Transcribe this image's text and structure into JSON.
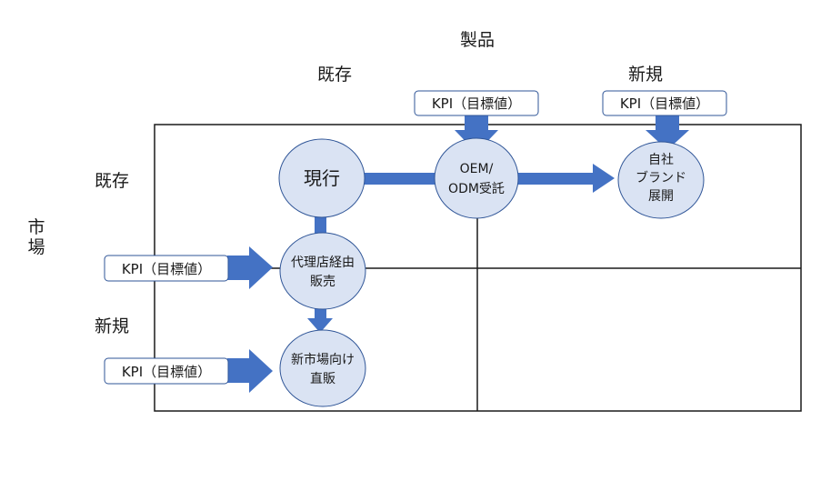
{
  "colors": {
    "arrow": "#4472c4",
    "node_fill": "#dae3f3",
    "node_stroke": "#2f5597",
    "grid": "#1a1a1a"
  },
  "axis": {
    "top_title": "製品",
    "top_existing": "既存",
    "top_new": "新規",
    "left_title_1": "市",
    "left_title_2": "場",
    "left_existing": "既存",
    "left_new": "新規"
  },
  "kpi_label": "KPI（目標値）",
  "kpis": [
    {
      "id": "kpi-oem",
      "label": "KPI（目標値）"
    },
    {
      "id": "kpi-brand",
      "label": "KPI（目標値）"
    },
    {
      "id": "kpi-agency",
      "label": "KPI（目標値）"
    },
    {
      "id": "kpi-direct",
      "label": "KPI（目標値）"
    }
  ],
  "nodes": {
    "current": {
      "lines": [
        "現行"
      ]
    },
    "oem": {
      "lines": [
        "OEM/",
        "ODM受託"
      ]
    },
    "brand": {
      "lines": [
        "自社",
        "ブランド",
        "展開"
      ]
    },
    "agency": {
      "lines": [
        "代理店経由",
        "販売"
      ]
    },
    "direct": {
      "lines": [
        "新市場向け",
        "直販"
      ]
    }
  }
}
